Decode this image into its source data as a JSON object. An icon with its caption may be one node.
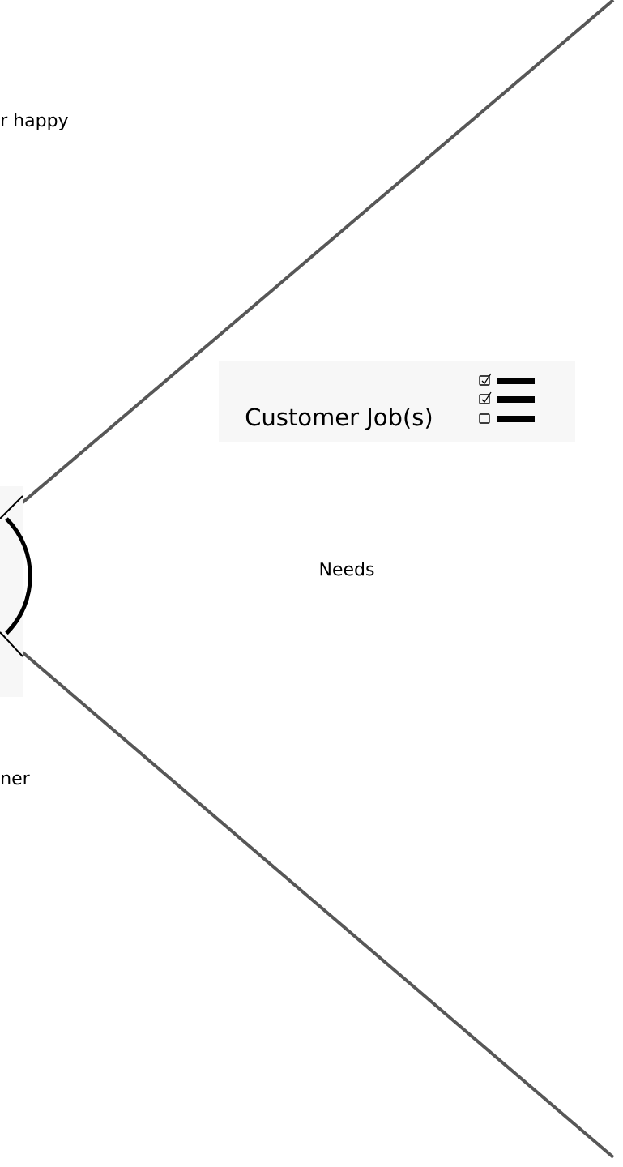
{
  "diagram": {
    "nodes": [
      {
        "text": [
          "Customer Job(s)"
        ]
      }
    ],
    "labels": [
      "r happy",
      "Needs",
      "ner"
    ]
  }
}
